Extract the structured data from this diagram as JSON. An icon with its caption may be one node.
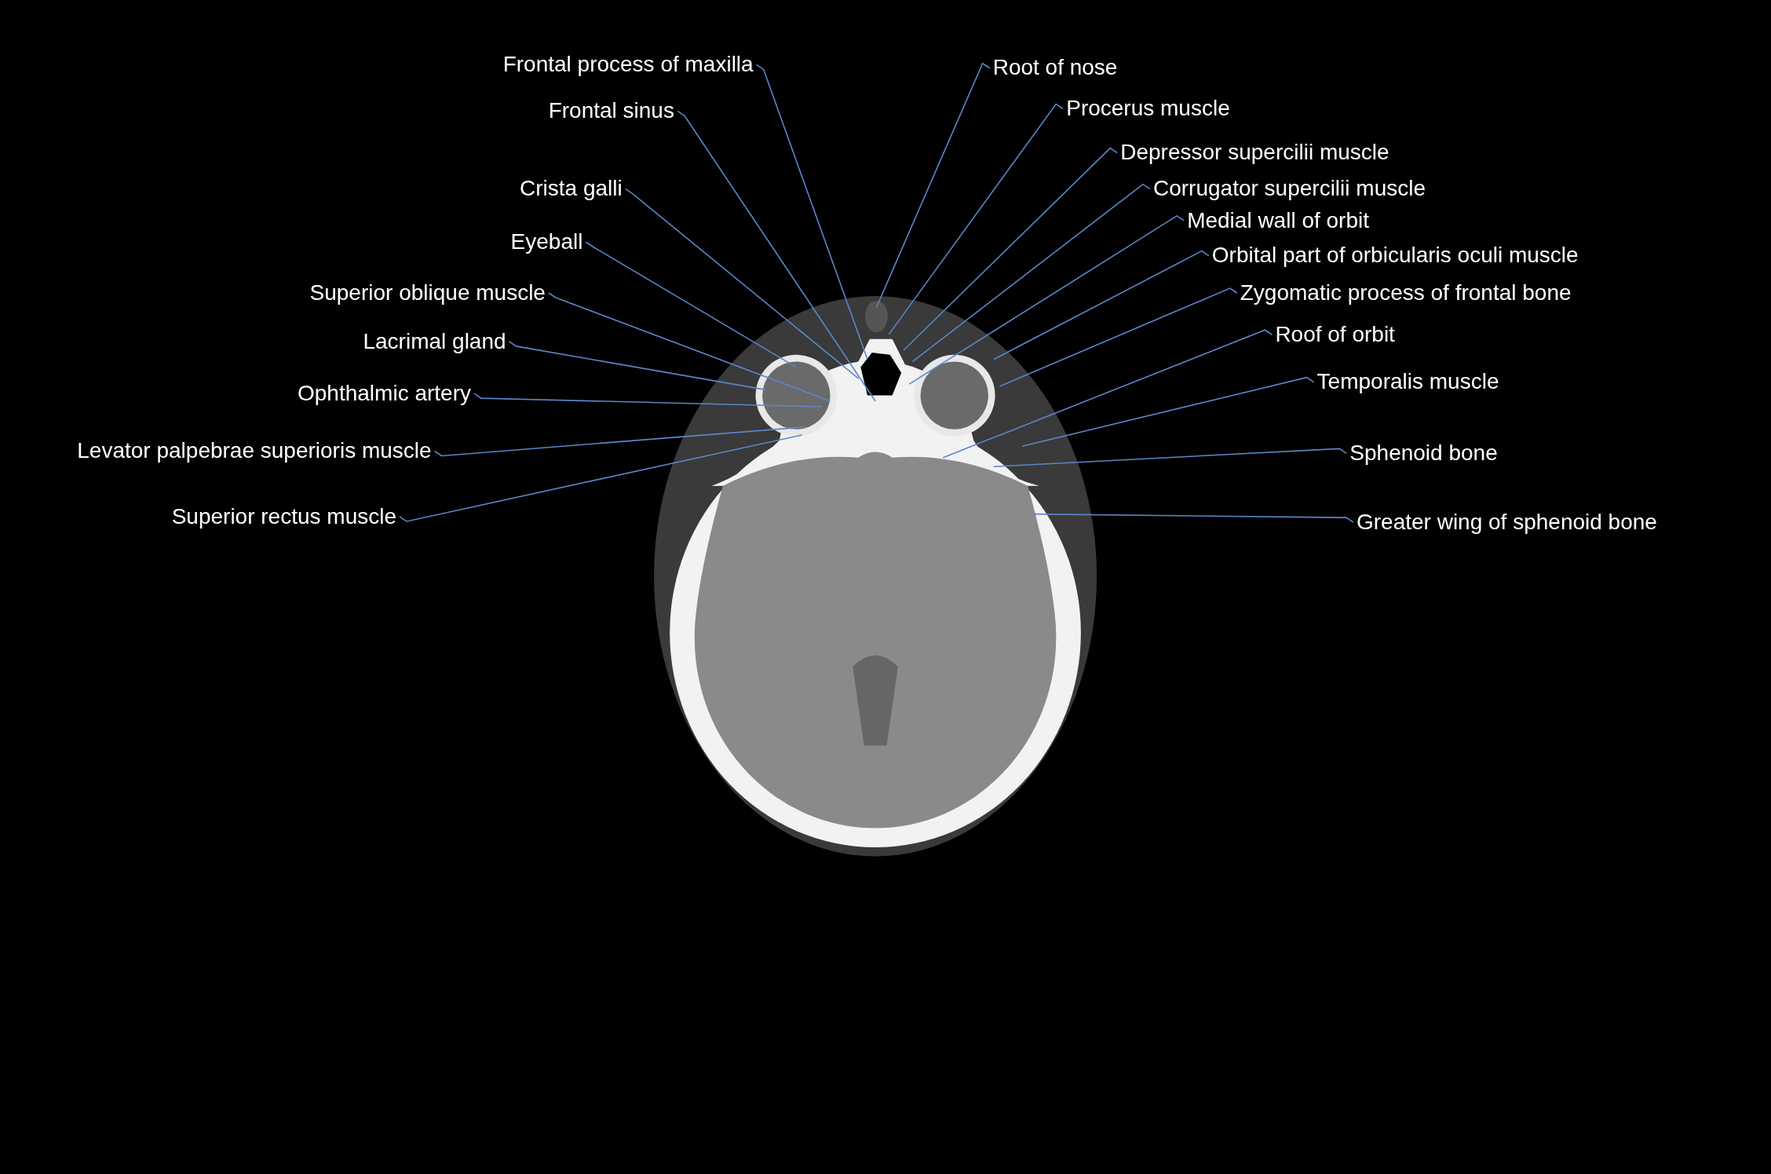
{
  "diagram": {
    "nodes": [
      {
        "text": [
          "Frontal process of maxilla"
        ]
      },
      {
        "text": [
          "Frontal sinus"
        ]
      },
      {
        "text": [
          "Crista galli"
        ]
      },
      {
        "text": [
          "Eyeball"
        ]
      },
      {
        "text": [
          "Superior oblique muscle"
        ]
      },
      {
        "text": [
          "Lacrimal gland"
        ]
      },
      {
        "text": [
          "Ophthalmic artery"
        ]
      },
      {
        "text": [
          "Levator palpebrae superioris muscle"
        ]
      },
      {
        "text": [
          "Superior rectus muscle"
        ]
      },
      {
        "text": [
          "Root of nose"
        ]
      },
      {
        "text": [
          "Procerus muscle"
        ]
      },
      {
        "text": [
          "Depressor supercilii muscle"
        ]
      },
      {
        "text": [
          "Corrugator supercilii muscle"
        ]
      },
      {
        "text": [
          "Medial wall of orbit"
        ]
      },
      {
        "text": [
          "Orbital part of orbicularis oculi muscle"
        ]
      },
      {
        "text": [
          "Zygomatic process of frontal bone"
        ]
      },
      {
        "text": [
          "Roof of orbit"
        ]
      },
      {
        "text": [
          "Temporalis muscle"
        ]
      },
      {
        "text": [
          "Sphenoid bone"
        ]
      },
      {
        "text": [
          "Greater wing of sphenoid bone"
        ]
      }
    ],
    "edges": [
      {
        "from": 0,
        "to": null,
        "arrow": "none"
      },
      {
        "from": 1,
        "to": null,
        "arrow": "none"
      },
      {
        "from": 2,
        "to": null,
        "arrow": "none"
      },
      {
        "from": 3,
        "to": null,
        "arrow": "none"
      },
      {
        "from": 4,
        "to": null,
        "arrow": "none"
      },
      {
        "from": 5,
        "to": null,
        "arrow": "none"
      },
      {
        "from": 6,
        "to": null,
        "arrow": "none"
      },
      {
        "from": 7,
        "to": null,
        "arrow": "none"
      },
      {
        "from": 8,
        "to": null,
        "arrow": "none"
      },
      {
        "from": 9,
        "to": null,
        "arrow": "none"
      },
      {
        "from": 10,
        "to": null,
        "arrow": "none"
      },
      {
        "from": 11,
        "to": null,
        "arrow": "none"
      },
      {
        "from": 12,
        "to": null,
        "arrow": "none"
      },
      {
        "from": 13,
        "to": null,
        "arrow": "none"
      },
      {
        "from": 14,
        "to": null,
        "arrow": "none"
      },
      {
        "from": 15,
        "to": null,
        "arrow": "none"
      },
      {
        "from": 16,
        "to": null,
        "arrow": "none"
      },
      {
        "from": 17,
        "to": null,
        "arrow": "none"
      },
      {
        "from": 18,
        "to": null,
        "arrow": "none"
      },
      {
        "from": 19,
        "to": null,
        "arrow": "none"
      }
    ]
  }
}
